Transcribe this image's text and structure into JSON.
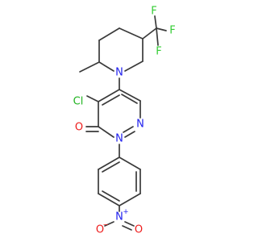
{
  "molecule": {
    "atoms": {
      "F1": "F",
      "F2": "F",
      "F3": "F",
      "N_piperidine": "N",
      "Cl": "Cl",
      "O_carbonyl": "O",
      "N_pyridazine_1": "N",
      "N_pyridazine_2": "N",
      "N_nitro": "N",
      "N_nitro_charge": "+",
      "O_nitro_1": "O",
      "O_nitro_1_charge": "−",
      "O_nitro_2": "O"
    },
    "colors": {
      "bond": "#3a3a3a",
      "fluorine": "#33cc33",
      "chlorine": "#1fb31f",
      "nitrogen": "#2020ee",
      "oxygen": "#ee1c1c"
    }
  }
}
